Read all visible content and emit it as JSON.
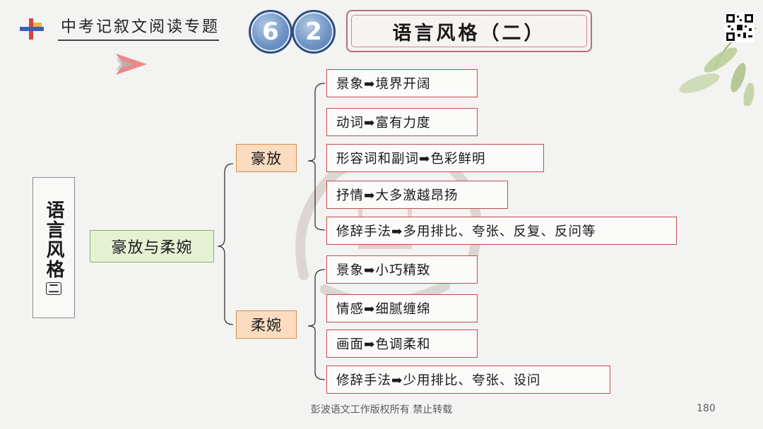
{
  "header": {
    "series_title": "中考记叙文阅读专题",
    "number_digits": [
      "6",
      "2"
    ],
    "lesson_title": "语言风格（二）"
  },
  "diagram": {
    "root": {
      "label": "语言风格",
      "sub": "二"
    },
    "main": {
      "label": "豪放与柔婉"
    },
    "categories": [
      {
        "label": "豪放",
        "items": [
          "景象➡境界开阔",
          "动词➡富有力度",
          "形容词和副词➡色彩鲜明",
          "抒情➡大多激越昂扬",
          "修辞手法➡多用排比、夸张、反复、反问等"
        ]
      },
      {
        "label": "柔婉",
        "items": [
          "景象➡小巧精致",
          "情感➡细腻缠绵",
          "画面➡色调柔和",
          "修辞手法➡少用排比、夸张、设问"
        ]
      }
    ]
  },
  "footer": {
    "copyright": "彭波语文工作版权所有 禁止转载",
    "page_number": "180"
  },
  "colors": {
    "leaf_border": "#c44c4c",
    "category_fill": "#fbdcc0",
    "main_fill": "#e6f1d3",
    "number_circle": "#6f93c4",
    "title_frame": "#b86e7a"
  },
  "icons": [
    "logo-cross-icon",
    "arrow-pointer-icon",
    "qr-code-icon",
    "seal-watermark-icon",
    "leaf-decoration-icon"
  ]
}
